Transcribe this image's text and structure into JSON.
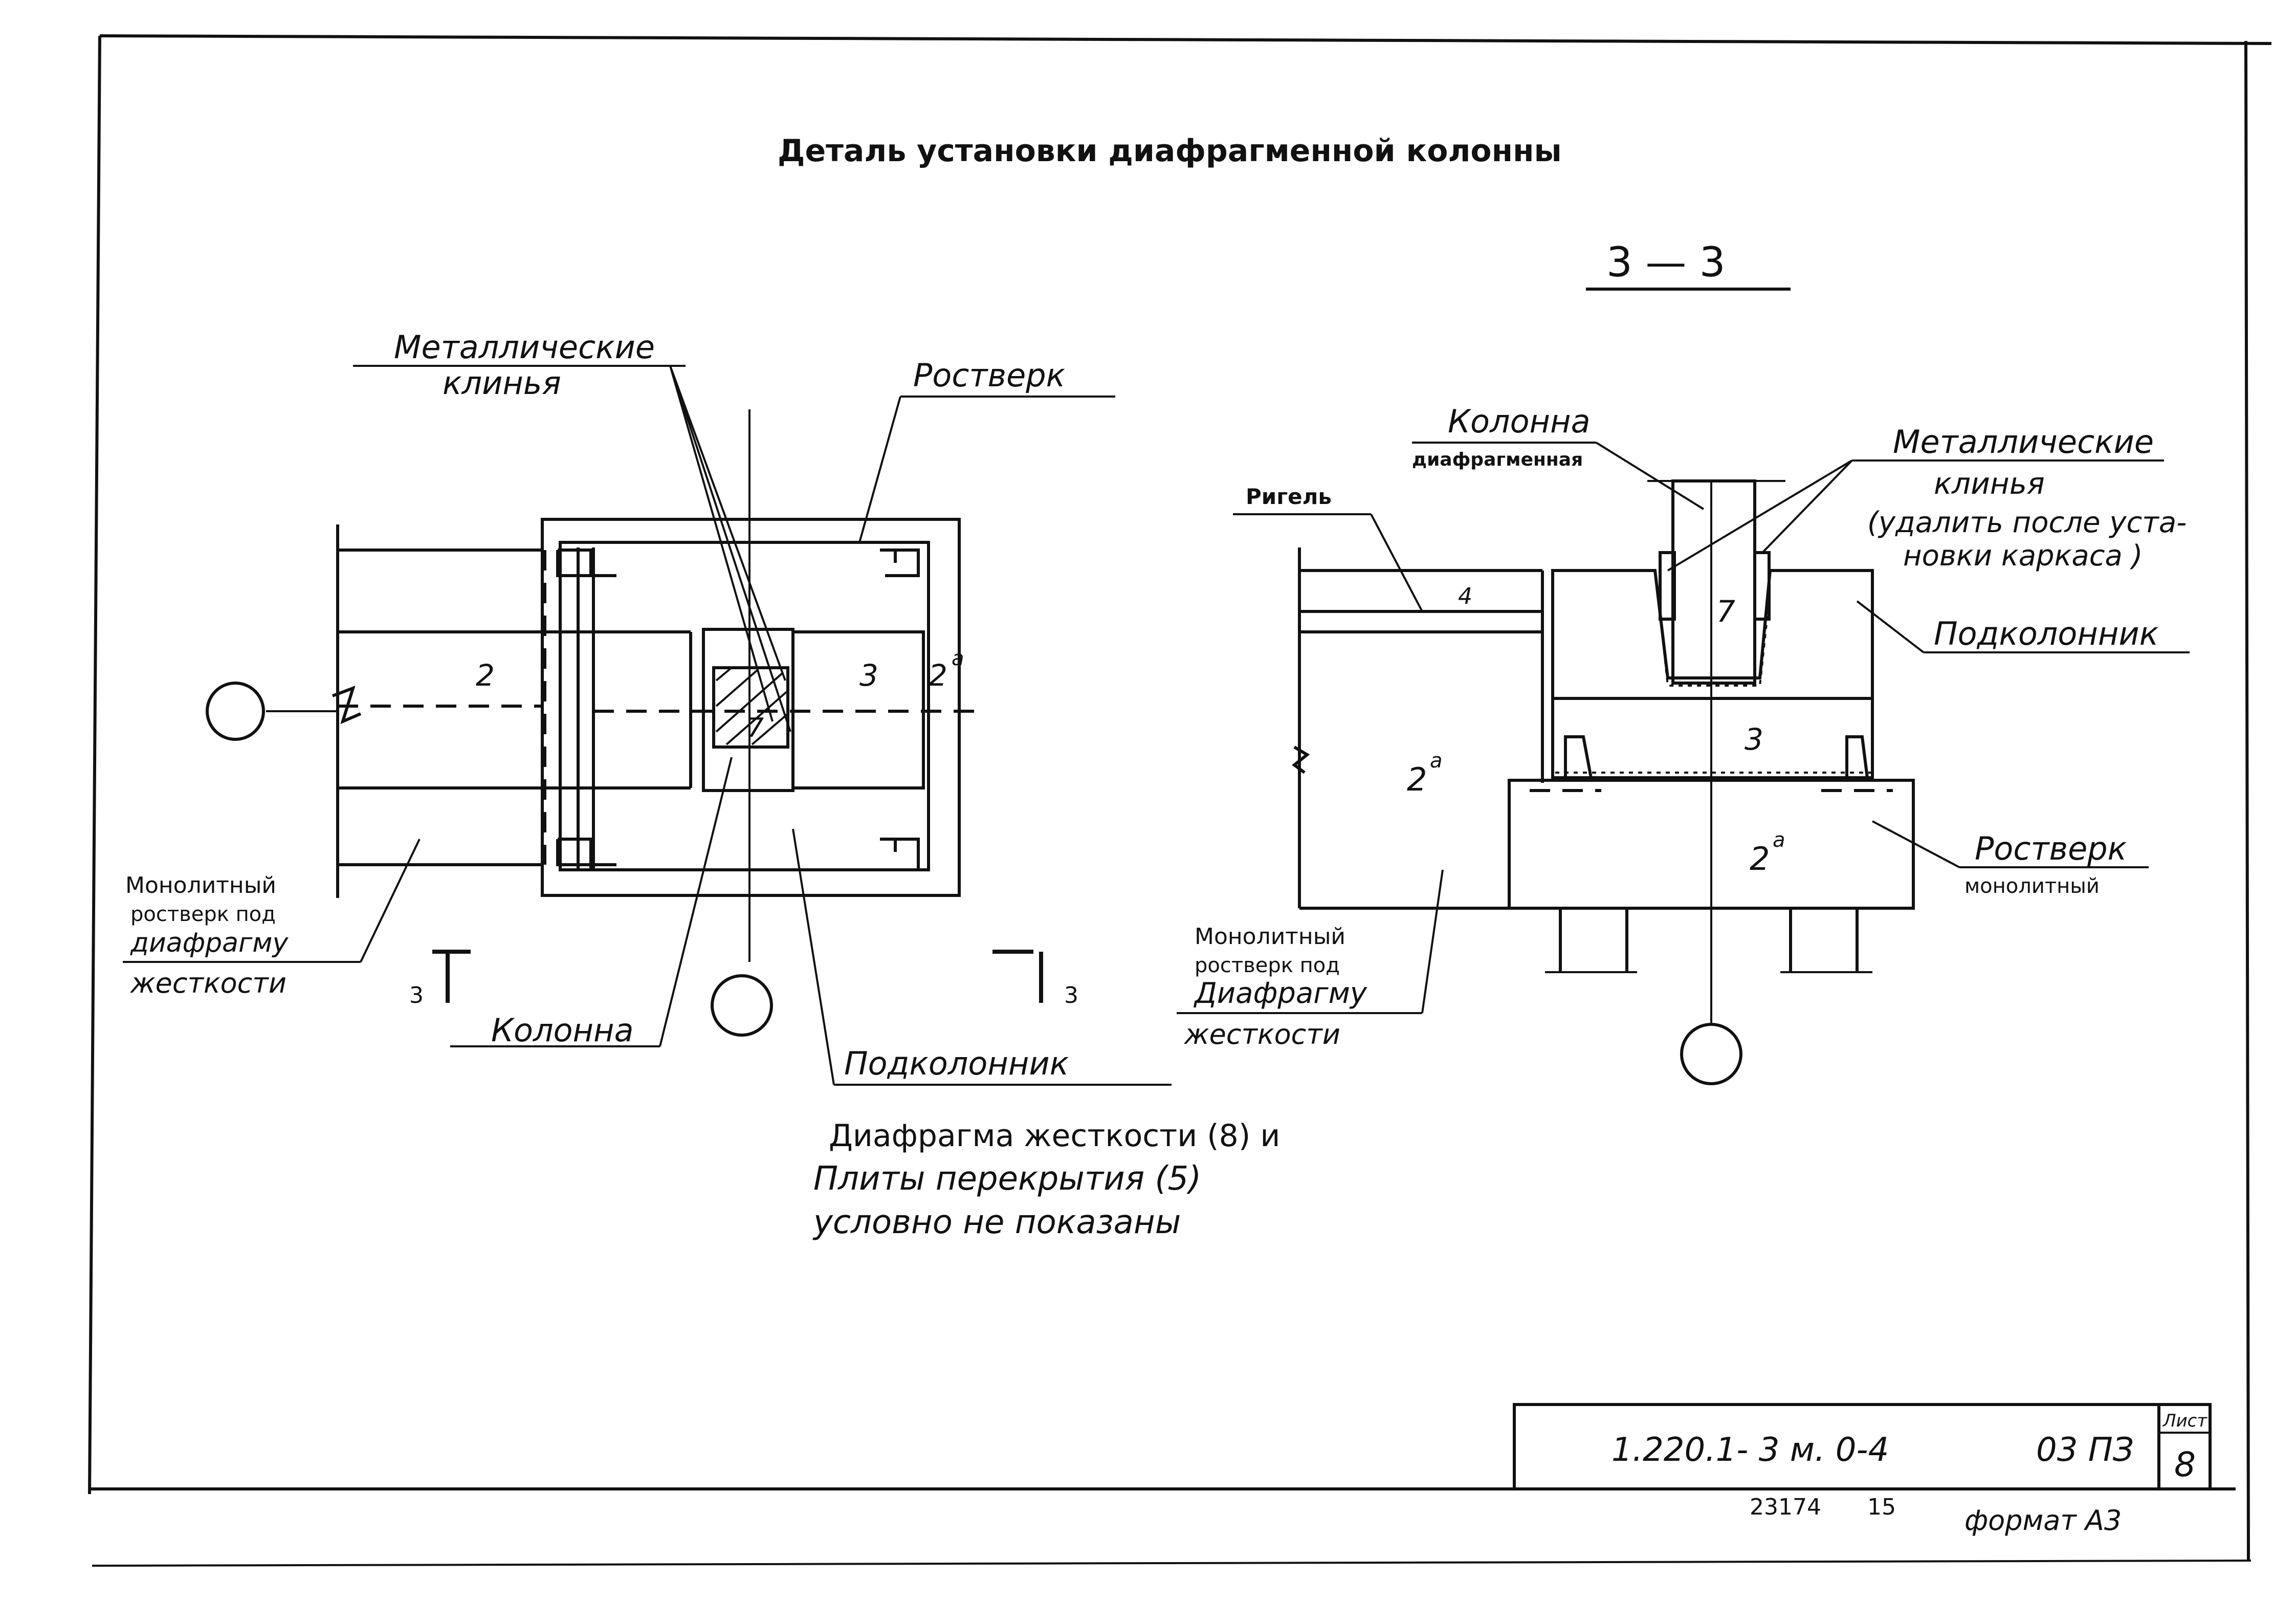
{
  "title": "Деталь установки диафрагменной колонны",
  "section_label": "3 — 3",
  "plan": {
    "label_metal_wedges_1": "Металлические",
    "label_metal_wedges_2": "клинья",
    "label_rostverk": "Ростверк",
    "num_2": "2",
    "num_3": "3",
    "num_2a": "2",
    "sup_a": "а",
    "num_7": "7",
    "label_monolith_1": "Монолитный",
    "label_monolith_2": "ростверк под",
    "label_monolith_3": "диафрагму",
    "label_monolith_4": "жесткости",
    "cut_left": "3",
    "cut_right": "3",
    "label_kolonna": "Колонна",
    "label_podkolonnik": "Подколонник"
  },
  "section": {
    "label_kolonna_1": "Колонна",
    "label_kolonna_2": "диафрагменная",
    "label_metal_wedges_1": "Металлические",
    "label_metal_wedges_2": "клинья",
    "label_metal_wedges_3": "(удалить после уста-",
    "label_metal_wedges_4": "новки каркаса )",
    "label_rigel": "Ригель",
    "num_4": "4",
    "num_7": "7",
    "label_podkolonnik": "Подколонник",
    "num_3": "3",
    "num_2a_left": "2",
    "num_2a_right": "2",
    "sup_a": "а",
    "label_rostverk_1": "Ростверк",
    "label_rostverk_2": "монолитный",
    "label_monolith_1": "Монолитный",
    "label_monolith_2": "ростверк под",
    "label_monolith_3": "Диафрагму",
    "label_monolith_4": "жесткости"
  },
  "note": {
    "line1": "Диафрагма жесткости (8) и",
    "line2": "Плиты перекрытия (5)",
    "line3": "условно не показаны"
  },
  "stamp": {
    "code": "1.220.1- 3 м. 0-4",
    "doc": "03 ПЗ",
    "sheet_label": "Лист",
    "sheet_number": "8"
  },
  "footer": {
    "inventory": "23174",
    "copy": "15",
    "format": "формат А3"
  }
}
